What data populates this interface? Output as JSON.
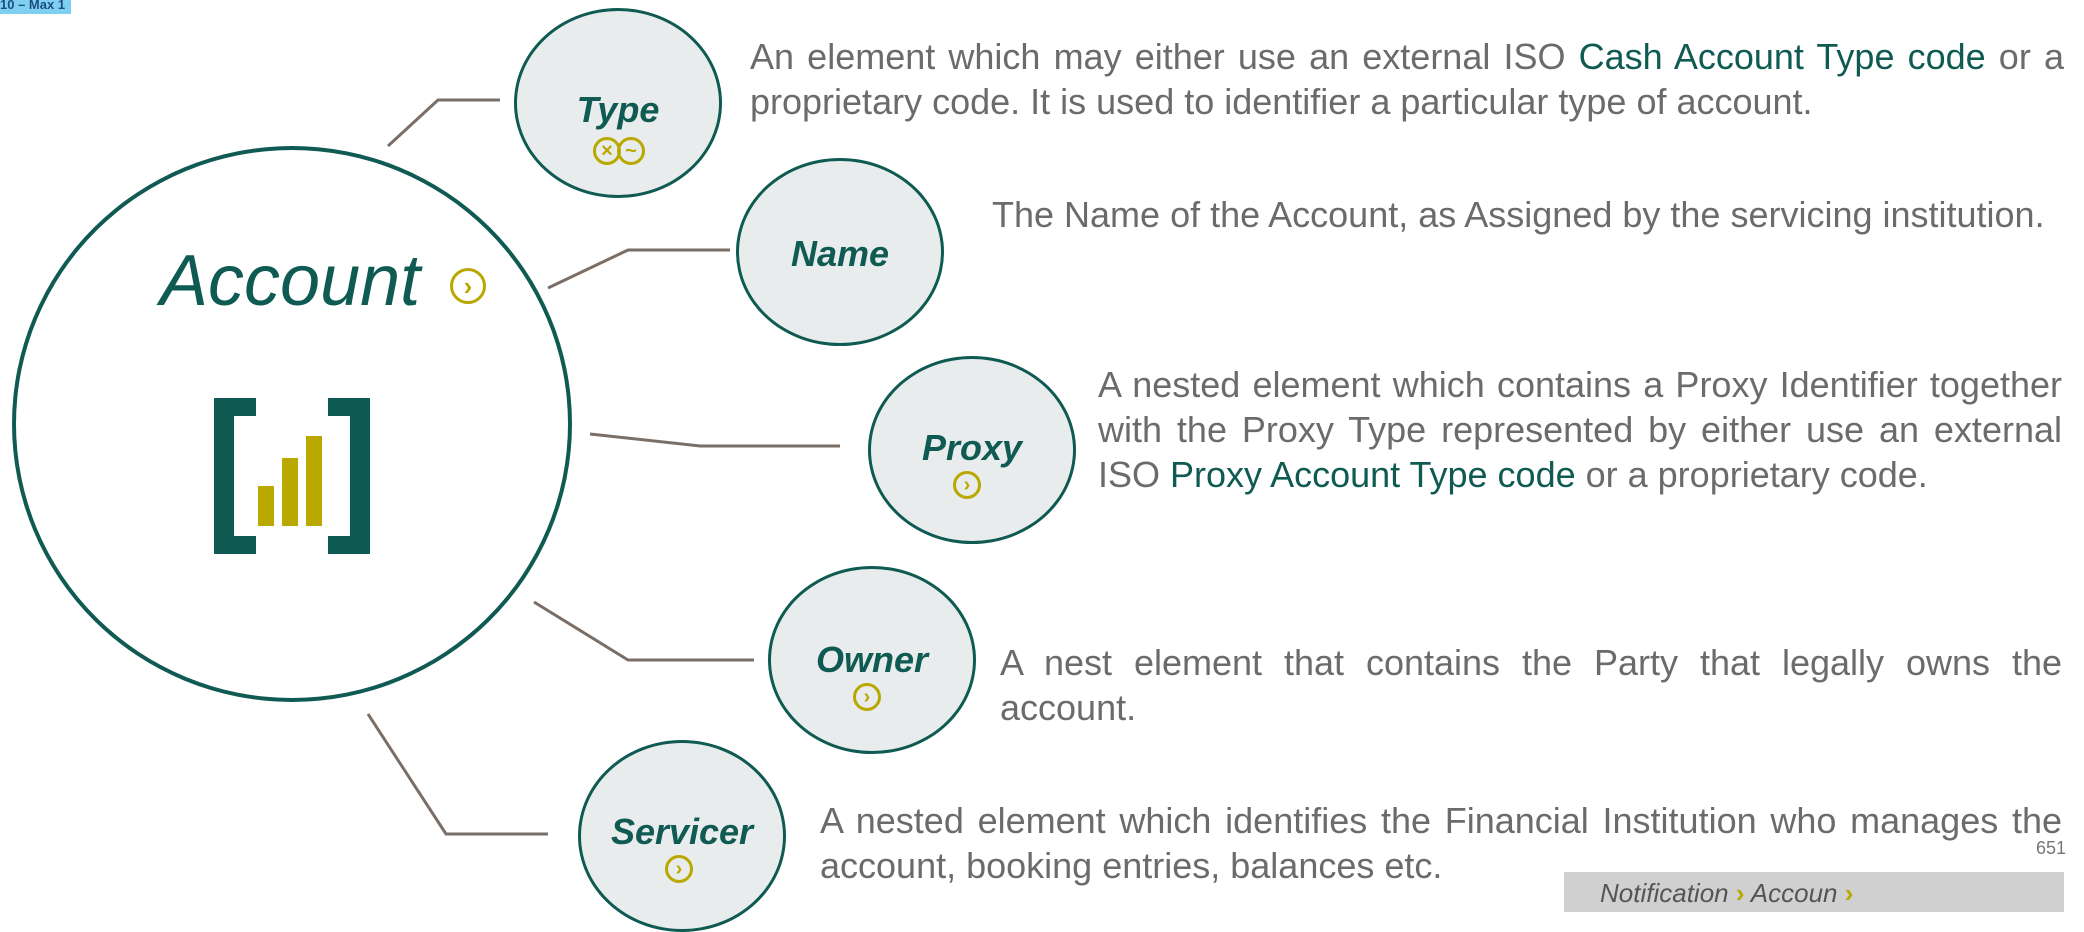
{
  "header_badge": "10 – Max 1",
  "main": {
    "title": "Account"
  },
  "nodes": {
    "type": {
      "label": "Type",
      "desc_before": "An element which may either use an external ISO ",
      "desc_link": "Cash Account Type code",
      "desc_after": " or a proprietary code. It is used to identifier a particular type of account."
    },
    "name": {
      "label": "Name",
      "desc": "The Name of the Account, as Assigned by the servicing institution."
    },
    "proxy": {
      "label": "Proxy",
      "desc_before": "A nested element which contains a Proxy Identifier together with the Proxy Type represented by either use an external ISO ",
      "desc_link": "Proxy Account Type code",
      "desc_after": " or a proprietary code."
    },
    "owner": {
      "label": "Owner",
      "desc": "A nest element that contains the Party that legally owns the account."
    },
    "servicer": {
      "label": "Servicer",
      "desc": "A nested element which identifies the Financial Institution who manages the account, booking entries, balances etc."
    }
  },
  "footer": {
    "crumb1": "Notification",
    "crumb2": "Accoun",
    "page": "651"
  },
  "colors": {
    "teal": "#0f5a52",
    "olive": "#b8a800",
    "grey_text": "#6b6b6b",
    "connector": "#7a6e66"
  }
}
